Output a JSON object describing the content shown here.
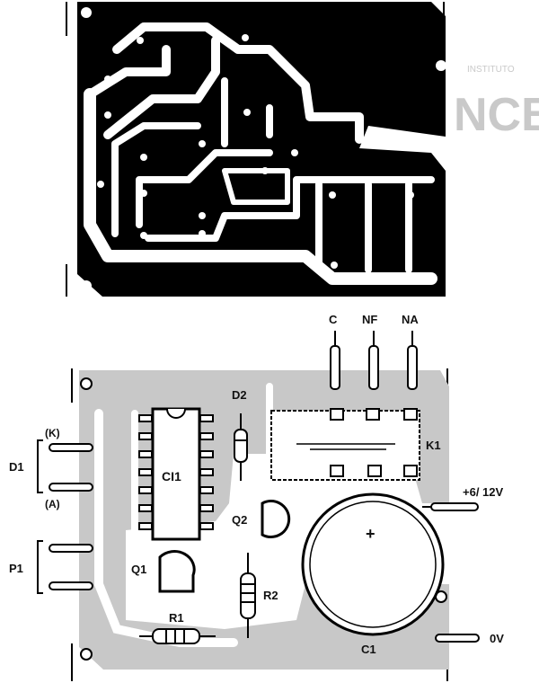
{
  "watermark": {
    "top": "INSTITUTO",
    "main": "NCB"
  },
  "pcb_copper": {},
  "component_layout": {
    "labels": {
      "relay_c": "C",
      "relay_nf": "NF",
      "relay_na": "NA",
      "diode_d1": "D1",
      "d1_k": "(K)",
      "d1_a": "(A)",
      "pot_p1": "P1",
      "ic": "CI1",
      "diode_d2": "D2",
      "relay_k1": "K1",
      "q1": "Q1",
      "q2": "Q2",
      "r1": "R1",
      "r2": "R2",
      "cap_c1": "C1",
      "cap_plus": "+",
      "supply_pos": "+6/ 12V",
      "supply_gnd": "0V"
    }
  }
}
